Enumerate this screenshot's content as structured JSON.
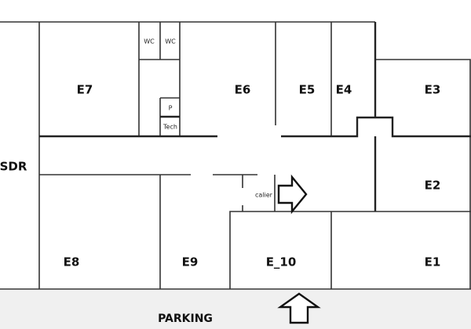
{
  "plan": {
    "rooms": {
      "sdr": "SDR",
      "e1": "E1",
      "e2": "E2",
      "e3": "E3",
      "e4": "E4",
      "e5": "E5",
      "e6": "E6",
      "e7": "E7",
      "e8": "E8",
      "e9": "E9",
      "e10": "E_10"
    },
    "wc1": "WC",
    "wc2": "WC",
    "p": "P",
    "tech": "Tech",
    "landing": "calier",
    "parking": "PARKING"
  },
  "colors": {
    "parking_bg": "#f0f0f0",
    "wall": "#333333"
  }
}
